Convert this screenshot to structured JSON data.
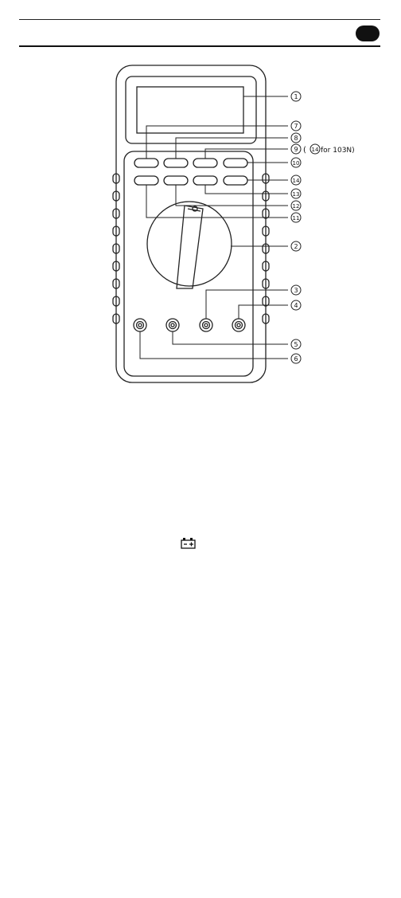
{
  "diagram": {
    "callouts": [
      "1",
      "7",
      "8",
      "9",
      "10",
      "14",
      "13",
      "12",
      "11",
      "2",
      "3",
      "4",
      "5",
      "6"
    ],
    "note_9": "( ",
    "note_9_num": "14",
    "note_9_tail": " for  103N)"
  },
  "icons": {
    "battery": "battery-icon"
  }
}
